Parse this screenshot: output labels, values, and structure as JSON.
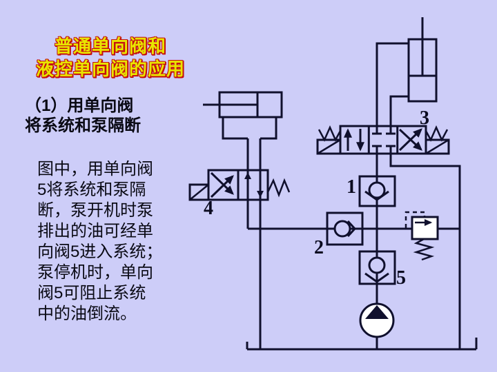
{
  "slide": {
    "background_color": "#cdcdf8",
    "title": {
      "line1": "普通单向阀和",
      "line2": "液控单向阀的应用",
      "text_color": "#e9e500",
      "outline_color": "#c41010"
    },
    "heading": {
      "line1": "（1）用单向阀",
      "line2": "将系统和泵隔断",
      "text_color": "#000000"
    },
    "body": {
      "lines": [
        "图中，用单向阀",
        "5将系统和泵隔",
        "断，泵开机时泵",
        "排出的油可经单",
        "向阀5进入系统；",
        "泵停机时，单向",
        "阀5可阻止系统",
        "中的油倒流。"
      ]
    }
  },
  "diagram": {
    "line_color": "#10102d",
    "label_color": "#0b0b20",
    "labels": {
      "check_valve_1": "1",
      "check_valve_2": "2",
      "directional_valve_3": "3",
      "directional_valve_4": "4",
      "check_valve_5": "5"
    }
  }
}
